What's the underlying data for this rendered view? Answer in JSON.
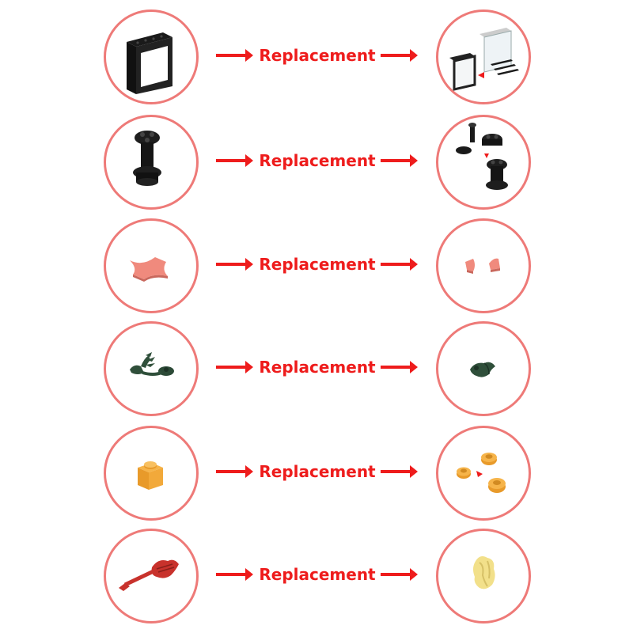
{
  "colors": {
    "circle_border": "#ee7a78",
    "accent": "#ee1c1c"
  },
  "rows": [
    {
      "label": "Replacement",
      "original": "black-window-frame-icon",
      "replacement": "window-frame-with-glass-parts-icon"
    },
    {
      "label": "Replacement",
      "original": "black-round-plate-with-pin-icon",
      "replacement": "round-plate-and-pin-parts-icon"
    },
    {
      "label": "Replacement",
      "original": "pink-curved-tile-icon",
      "replacement": "two-pink-wedge-tiles-icon"
    },
    {
      "label": "Replacement",
      "original": "green-plant-leaves-icon",
      "replacement": "green-leaf-piece-icon"
    },
    {
      "label": "Replacement",
      "original": "orange-brick-1x1-icon",
      "replacement": "orange-round-plates-icon"
    },
    {
      "label": "Replacement",
      "original": "red-guitar-icon",
      "replacement": "yellow-hair-piece-icon"
    }
  ]
}
